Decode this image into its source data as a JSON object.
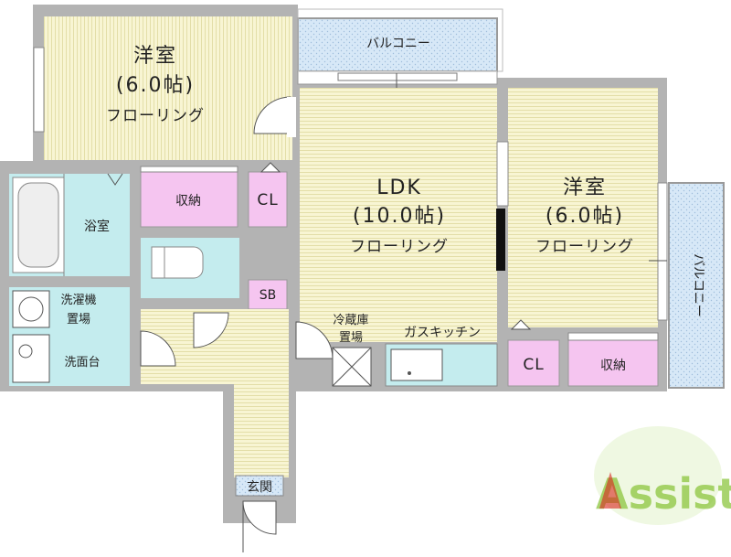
{
  "rooms": {
    "western_top_left": {
      "name": "洋室",
      "size": "(6.0帖)",
      "floor": "フローリング"
    },
    "ldk": {
      "name": "LDK",
      "size": "(10.0帖)",
      "floor": "フローリング"
    },
    "western_right": {
      "name": "洋室",
      "size": "(6.0帖)",
      "floor": "フローリング"
    },
    "balcony_top": "バルコニー",
    "balcony_right": "バルコニー",
    "bathroom": "浴室",
    "storage_left": "収納",
    "closet_left": "CL",
    "shoebox": "SB",
    "washer_space": [
      "洗濯機",
      "置場"
    ],
    "washstand": "洗面台",
    "fridge_space": [
      "冷蔵庫",
      "置場"
    ],
    "gas_kitchen": "ガスキッチン",
    "closet_right": "CL",
    "storage_right": "収納",
    "entrance": "玄関"
  },
  "logo": {
    "text": "Assist"
  },
  "colors": {
    "floor": "#f7f4cf",
    "wet_area": "#c4ecee",
    "storage": "#f5c5f0",
    "balcony": "#d4e6f7",
    "wall": "#b3b3b3",
    "logo_green": "#8dc63f",
    "logo_red": "#d9251c"
  }
}
